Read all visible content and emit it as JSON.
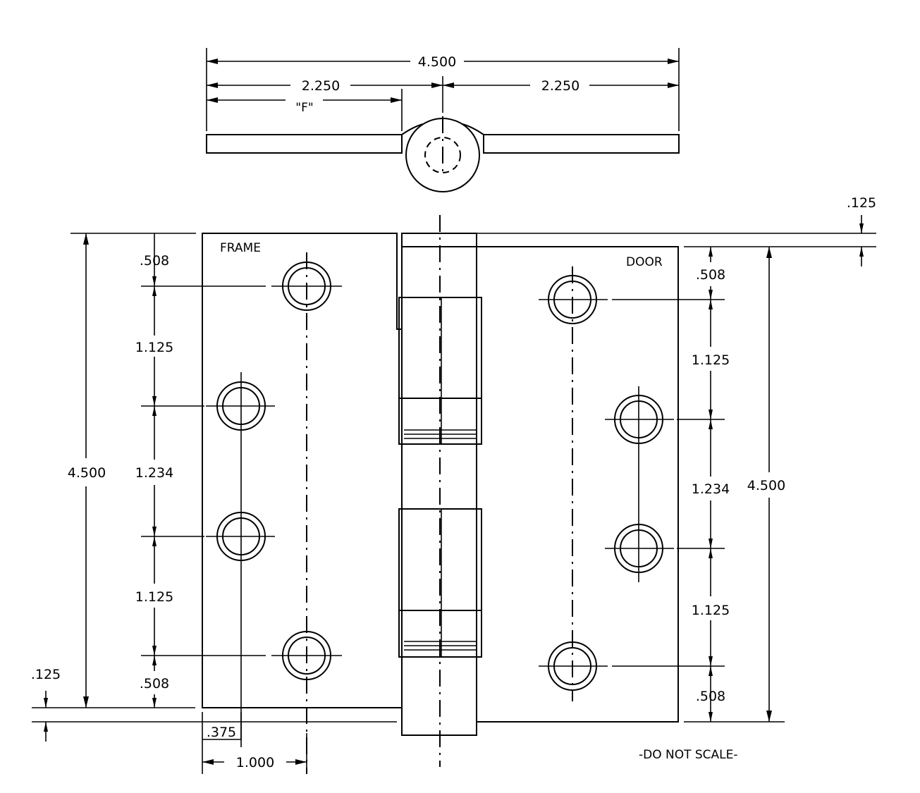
{
  "labels": {
    "frame": "FRAME",
    "door": "DOOR",
    "do_not_scale": "-DO NOT SCALE-",
    "f_mark": "\"F\""
  },
  "dimensions": {
    "overall_width": "4.500",
    "half_width_left": "2.250",
    "half_width_right": "2.250",
    "frame_height": "4.500",
    "door_height": "4.500",
    "offset_top": ".125",
    "offset_bottom": ".125",
    "frame_edge_top": ".508",
    "frame_space_1": "1.125",
    "frame_space_2": "1.234",
    "frame_space_3": "1.125",
    "frame_edge_bottom": ".508",
    "door_edge_top": ".508",
    "door_space_1": "1.125",
    "door_space_2": "1.234",
    "door_space_3": "1.125",
    "door_edge_bottom": ".508",
    "hole_inset": ".375",
    "hole_row_spacing": "1.000"
  }
}
